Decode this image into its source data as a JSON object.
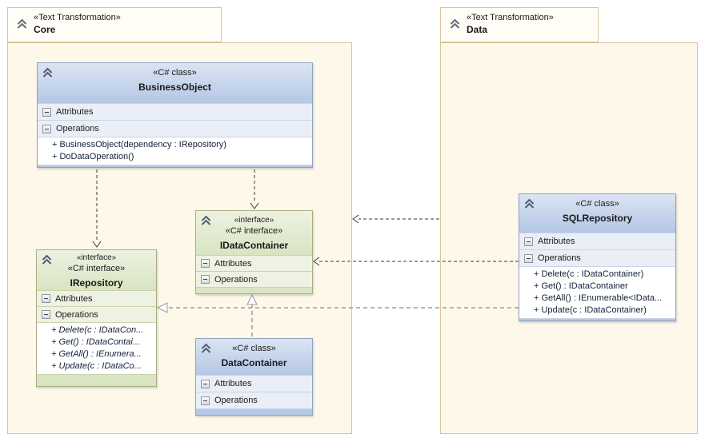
{
  "labels": {
    "attributes": "Attributes",
    "operations": "Operations"
  },
  "packages": [
    {
      "stereotype": "«Text Transformation»",
      "name": "Core"
    },
    {
      "stereotype": "«Text Transformation»",
      "name": "Data"
    }
  ],
  "classes": [
    {
      "stereotype": "«C# class»",
      "name": "BusinessObject",
      "operations": [
        "+ BusinessObject(dependency : IRepository)",
        "+ DoDataOperation()"
      ]
    },
    {
      "stereotype1": "«interface»",
      "stereotype2": "«C# interface»",
      "name": "IDataContainer"
    },
    {
      "stereotype1": "«interface»",
      "stereotype2": "«C# interface»",
      "name": "IRepository",
      "operations": [
        "+ Delete(c : IDataCon...",
        "+ Get() : IDataContai...",
        "+ GetAll() : IEnumera...",
        "+ Update(c : IDataCo..."
      ]
    },
    {
      "stereotype": "«C# class»",
      "name": "DataContainer"
    },
    {
      "stereotype": "«C# class»",
      "name": "SQLRepository",
      "operations": [
        "+ Delete(c : IDataContainer)",
        "+ Get() : IDataContainer",
        "+ GetAll() : IEnumerable<IData...",
        "+ Update(c : IDataContainer)"
      ]
    }
  ],
  "connectors": [
    {
      "type": "dependency",
      "from": "BusinessObject",
      "to": "IRepository"
    },
    {
      "type": "dependency",
      "from": "BusinessObject",
      "to": "IDataContainer"
    },
    {
      "type": "dependency",
      "from": "Data",
      "to": "Core"
    },
    {
      "type": "dependency",
      "from": "SQLRepository",
      "to": "IDataContainer"
    },
    {
      "type": "realization",
      "from": "SQLRepository",
      "to": "IRepository"
    },
    {
      "type": "realization",
      "from": "DataContainer",
      "to": "IDataContainer"
    }
  ],
  "colors": {
    "class_header": "#b4c7e5",
    "interface_header": "#d8e4c2",
    "package_body": "#fdf8ea",
    "package_border": "#d8c49c",
    "dependency_line": "#3a3a3a",
    "realization_line": "#9a9a9a"
  }
}
